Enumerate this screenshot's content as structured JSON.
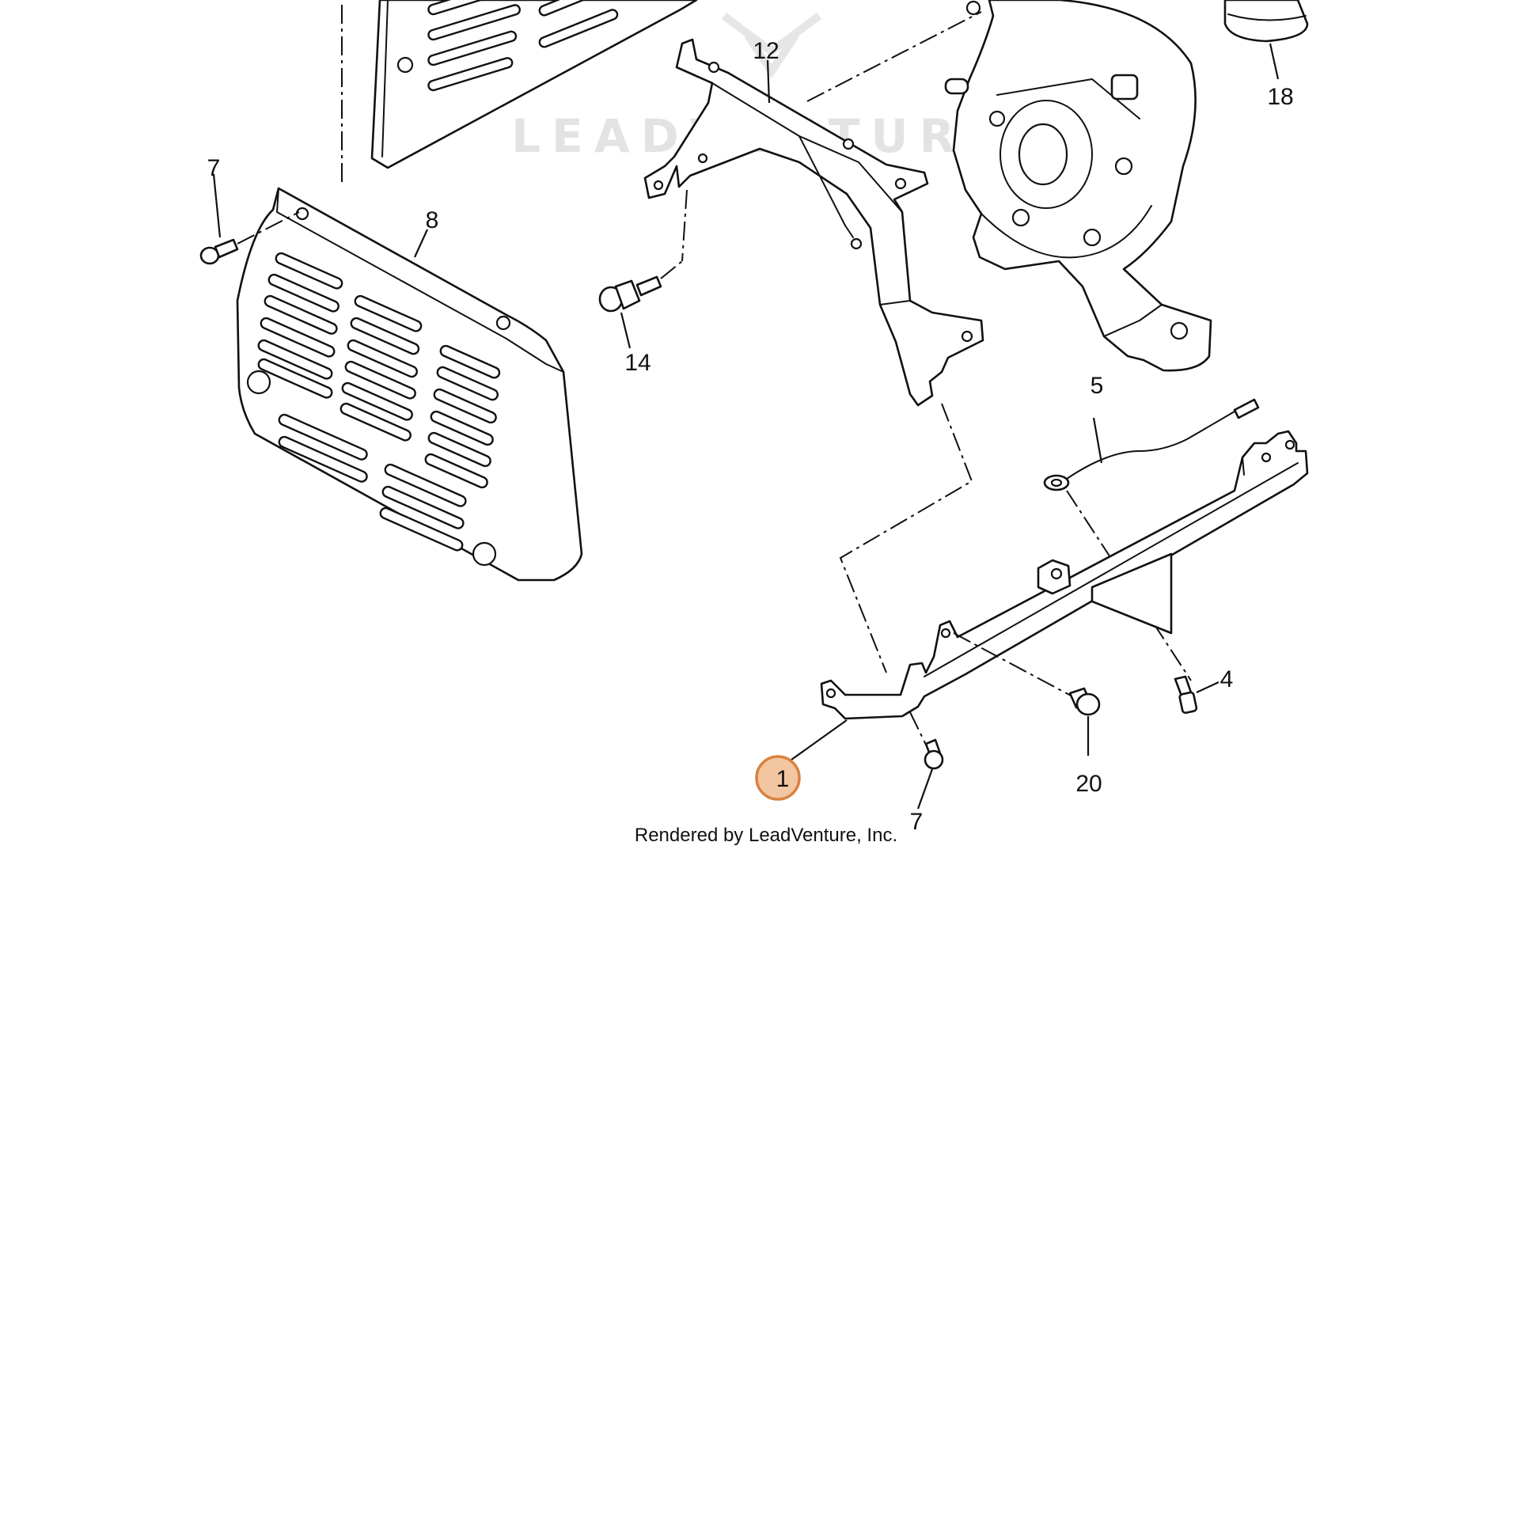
{
  "diagram": {
    "callouts": [
      {
        "id": "callout-1",
        "label": "1",
        "highlighted": true
      },
      {
        "id": "callout-4",
        "label": "4"
      },
      {
        "id": "callout-5",
        "label": "5"
      },
      {
        "id": "callout-7-left",
        "label": "7"
      },
      {
        "id": "callout-7-bottom",
        "label": "7"
      },
      {
        "id": "callout-8",
        "label": "8"
      },
      {
        "id": "callout-12",
        "label": "12"
      },
      {
        "id": "callout-14",
        "label": "14"
      },
      {
        "id": "callout-18",
        "label": "18"
      },
      {
        "id": "callout-20",
        "label": "20"
      }
    ],
    "highlight_color": "#f3c6a2",
    "highlight_stroke": "#d9823f",
    "watermark": "LEADVENTURE",
    "credit": "Rendered by LeadVenture, Inc."
  }
}
